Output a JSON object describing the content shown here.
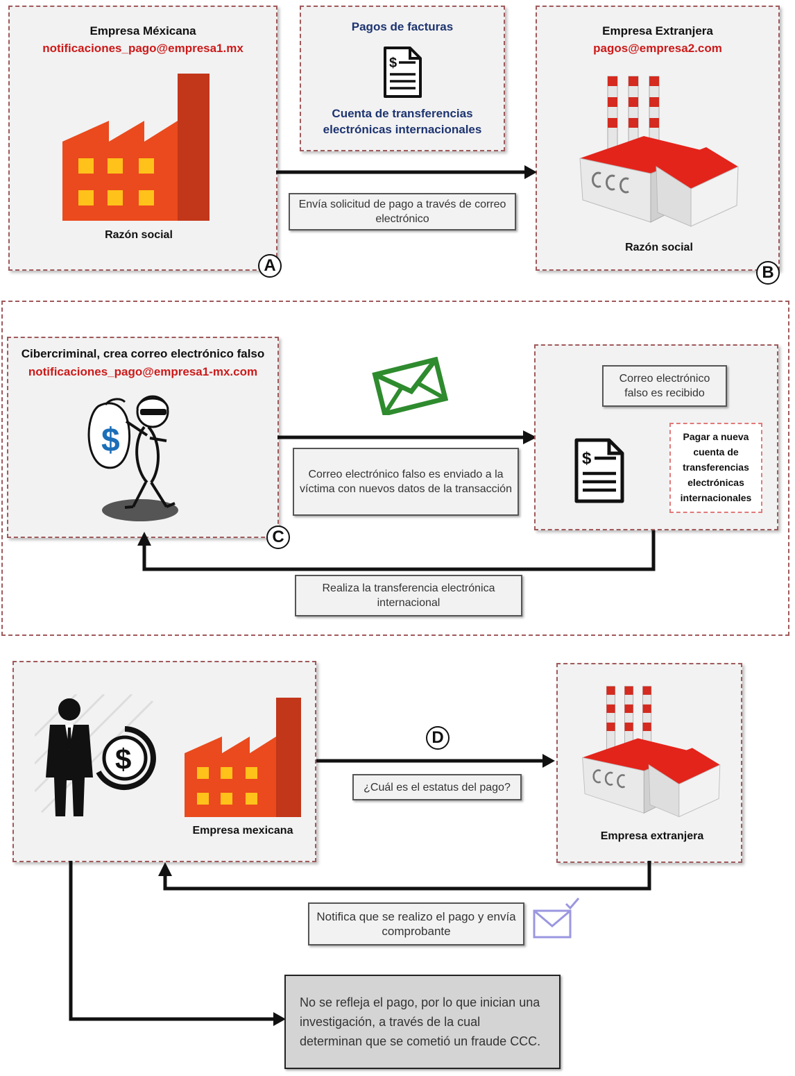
{
  "section_a": {
    "title": "Empresa Méxicana",
    "email": "notificaciones_pago@empresa1.mx",
    "caption": "Razón social",
    "marker": "A"
  },
  "center_top": {
    "title": "Pagos de facturas",
    "account": "Cuenta de transferencias electrónicas internacionales"
  },
  "section_b": {
    "title": "Empresa Extranjera",
    "email": "pagos@empresa2.com",
    "caption": "Razón social",
    "marker": "B"
  },
  "arrow_ab_label": "Envía solicitud de pago a través de correo electrónico",
  "section_c": {
    "title": "Cibercriminal, crea correo electrónico falso",
    "email": "notificaciones_pago@empresa1-mx.com",
    "marker": "C"
  },
  "fake_email_label": "Correo electrónico falso es enviado a la víctima con nuevos datos de la transacción",
  "fake_received": {
    "title": "Correo electrónico falso es recibido",
    "instruction": "Pagar a nueva cuenta de transferencias electrónicas internacionales"
  },
  "transfer_label": "Realiza la transferencia electrónica internacional",
  "section_d": {
    "left_caption": "Empresa mexicana",
    "right_caption": "Empresa extranjera",
    "marker": "D",
    "question": "¿Cuál es el estatus del pago?",
    "notify": "Notifica que se realizo el pago y envía comprobante"
  },
  "conclusion": "No se refleja el pago, por lo que inician una investigación, a través de la cual determinan que se cometió un fraude CCC.",
  "colors": {
    "dashed_border": "#a0595b",
    "factory_orange": "#ea4a1d",
    "factory_window": "#ffc21a",
    "email_red": "#cc1a1a",
    "title_navy": "#1d3470",
    "envelope_green": "#2e8b2e",
    "dollar_blue": "#1b6fb8",
    "envelope_lavender": "#9b97e0"
  },
  "icons": [
    "factory-icon",
    "document-dollar-icon",
    "industrial-plant-icon",
    "envelope-icon",
    "thief-icon",
    "businessman-icon",
    "dollar-coin-icon",
    "envelope-check-icon"
  ]
}
